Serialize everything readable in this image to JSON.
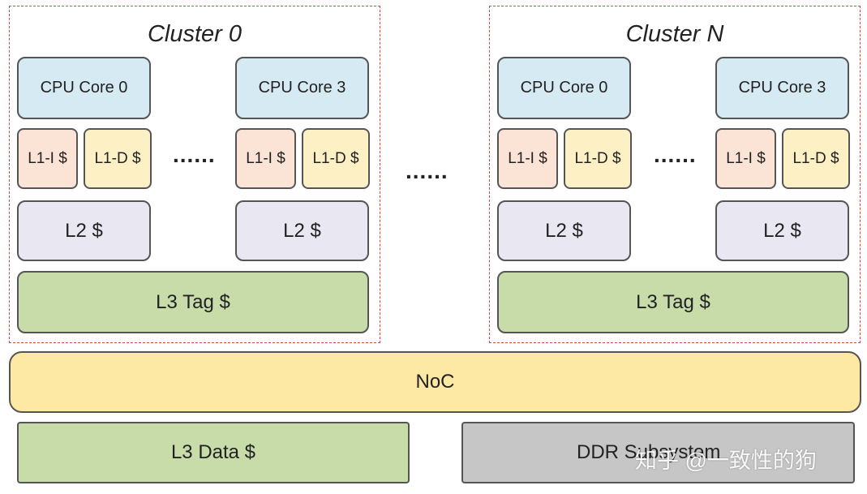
{
  "clusters": [
    {
      "title": "Cluster 0",
      "cpu_left": "CPU Core 0",
      "cpu_right": "CPU Core 3",
      "l1i": "L1-I $",
      "l1d": "L1-D $",
      "l2": "L2 $",
      "l3tag": "L3 Tag $",
      "dots": "......"
    },
    {
      "title": "Cluster N",
      "cpu_left": "CPU Core 0",
      "cpu_right": "CPU Core 3",
      "l1i": "L1-I $",
      "l1d": "L1-D $",
      "l2": "L2 $",
      "l3tag": "L3 Tag $",
      "dots": "......"
    }
  ],
  "between_clusters_dots": "......",
  "noc": "NoC",
  "l3data": "L3 Data $",
  "ddr": "DDR Subsystem",
  "watermark": "知乎 @一致性的狗",
  "colors": {
    "cluster_border": "#d9473f",
    "cpu": "#d6eaf3",
    "l1i": "#fbe3d6",
    "l1d": "#fdf0c5",
    "l2": "#e9e7f2",
    "l3": "#c8dcaa",
    "noc": "#fde9a4",
    "ddr": "#c6c6c6"
  }
}
